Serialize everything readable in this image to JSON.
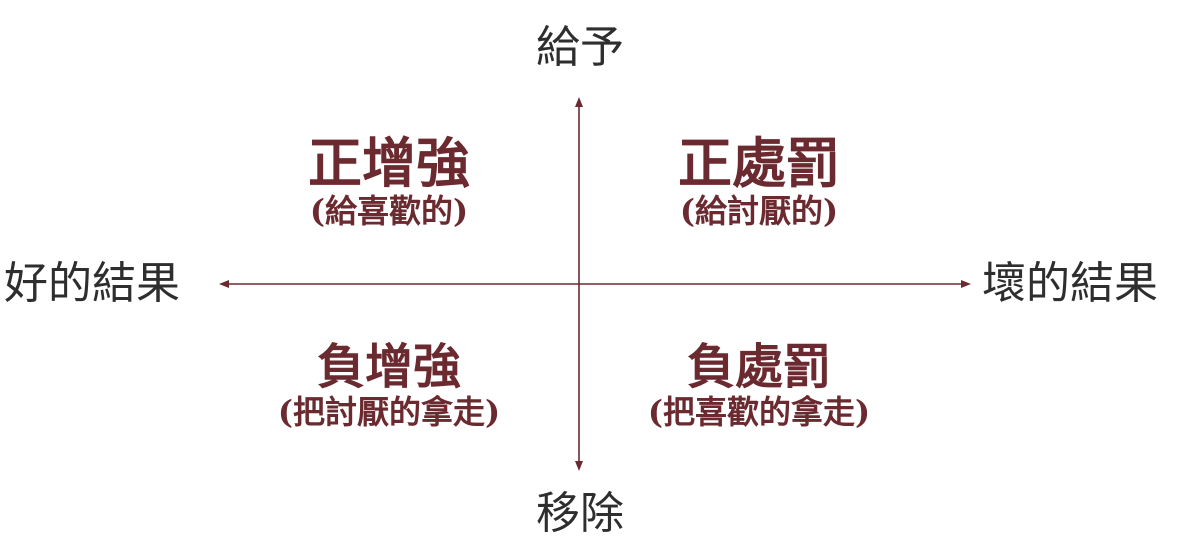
{
  "axes": {
    "top": "給予",
    "bottom": "移除",
    "left": "好的結果",
    "right": "壞的結果"
  },
  "quadrants": {
    "top_left": {
      "title": "正增強",
      "subtitle": "(給喜歡的)"
    },
    "top_right": {
      "title": "正處罰",
      "subtitle": "(給討厭的)"
    },
    "bottom_left": {
      "title": "負增強",
      "subtitle": "(把討厭的拿走)"
    },
    "bottom_right": {
      "title": "負處罰",
      "subtitle": "(把喜歡的拿走)"
    }
  },
  "colors": {
    "axis": "#6b2a2f",
    "quadrant_text": "#6b2a2f",
    "axis_label_text": "#2e2e2e"
  }
}
